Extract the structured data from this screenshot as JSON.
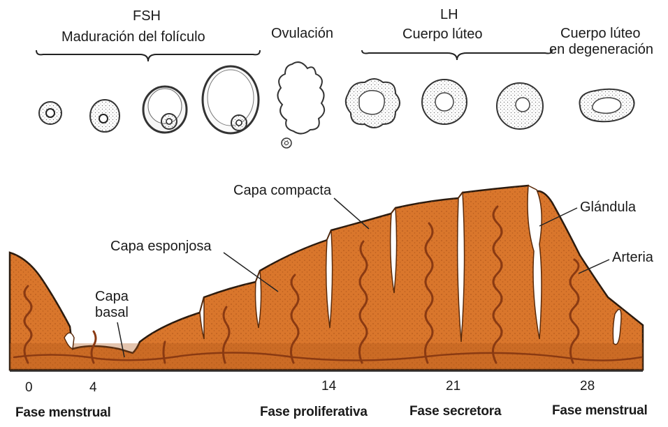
{
  "hormones": {
    "fsh": "FSH",
    "lh": "LH"
  },
  "stages": {
    "maduracion": "Maduración del folículo",
    "ovulacion": "Ovulación",
    "cuerpo_luteo": "Cuerpo lúteo",
    "degeneracion_line1": "Cuerpo lúteo",
    "degeneracion_line2": "en degeneración"
  },
  "layers": {
    "compacta": "Capa compacta",
    "esponjosa": "Capa esponjosa",
    "basal_line1": "Capa",
    "basal_line2": "basal",
    "glandula": "Glándula",
    "arteria": "Arteria"
  },
  "days": [
    "0",
    "4",
    "14",
    "21",
    "28"
  ],
  "phases": {
    "menstrual_start": "Fase menstrual",
    "proliferativa": "Fase proliferativa",
    "secretora": "Fase secretora",
    "menstrual_end": "Fase menstrual"
  },
  "colors": {
    "tissue": "#d9762c",
    "tissue_dark": "#b35a1a",
    "vessel": "#8a3a12",
    "follicle_stipple": "#cfcfcf"
  }
}
